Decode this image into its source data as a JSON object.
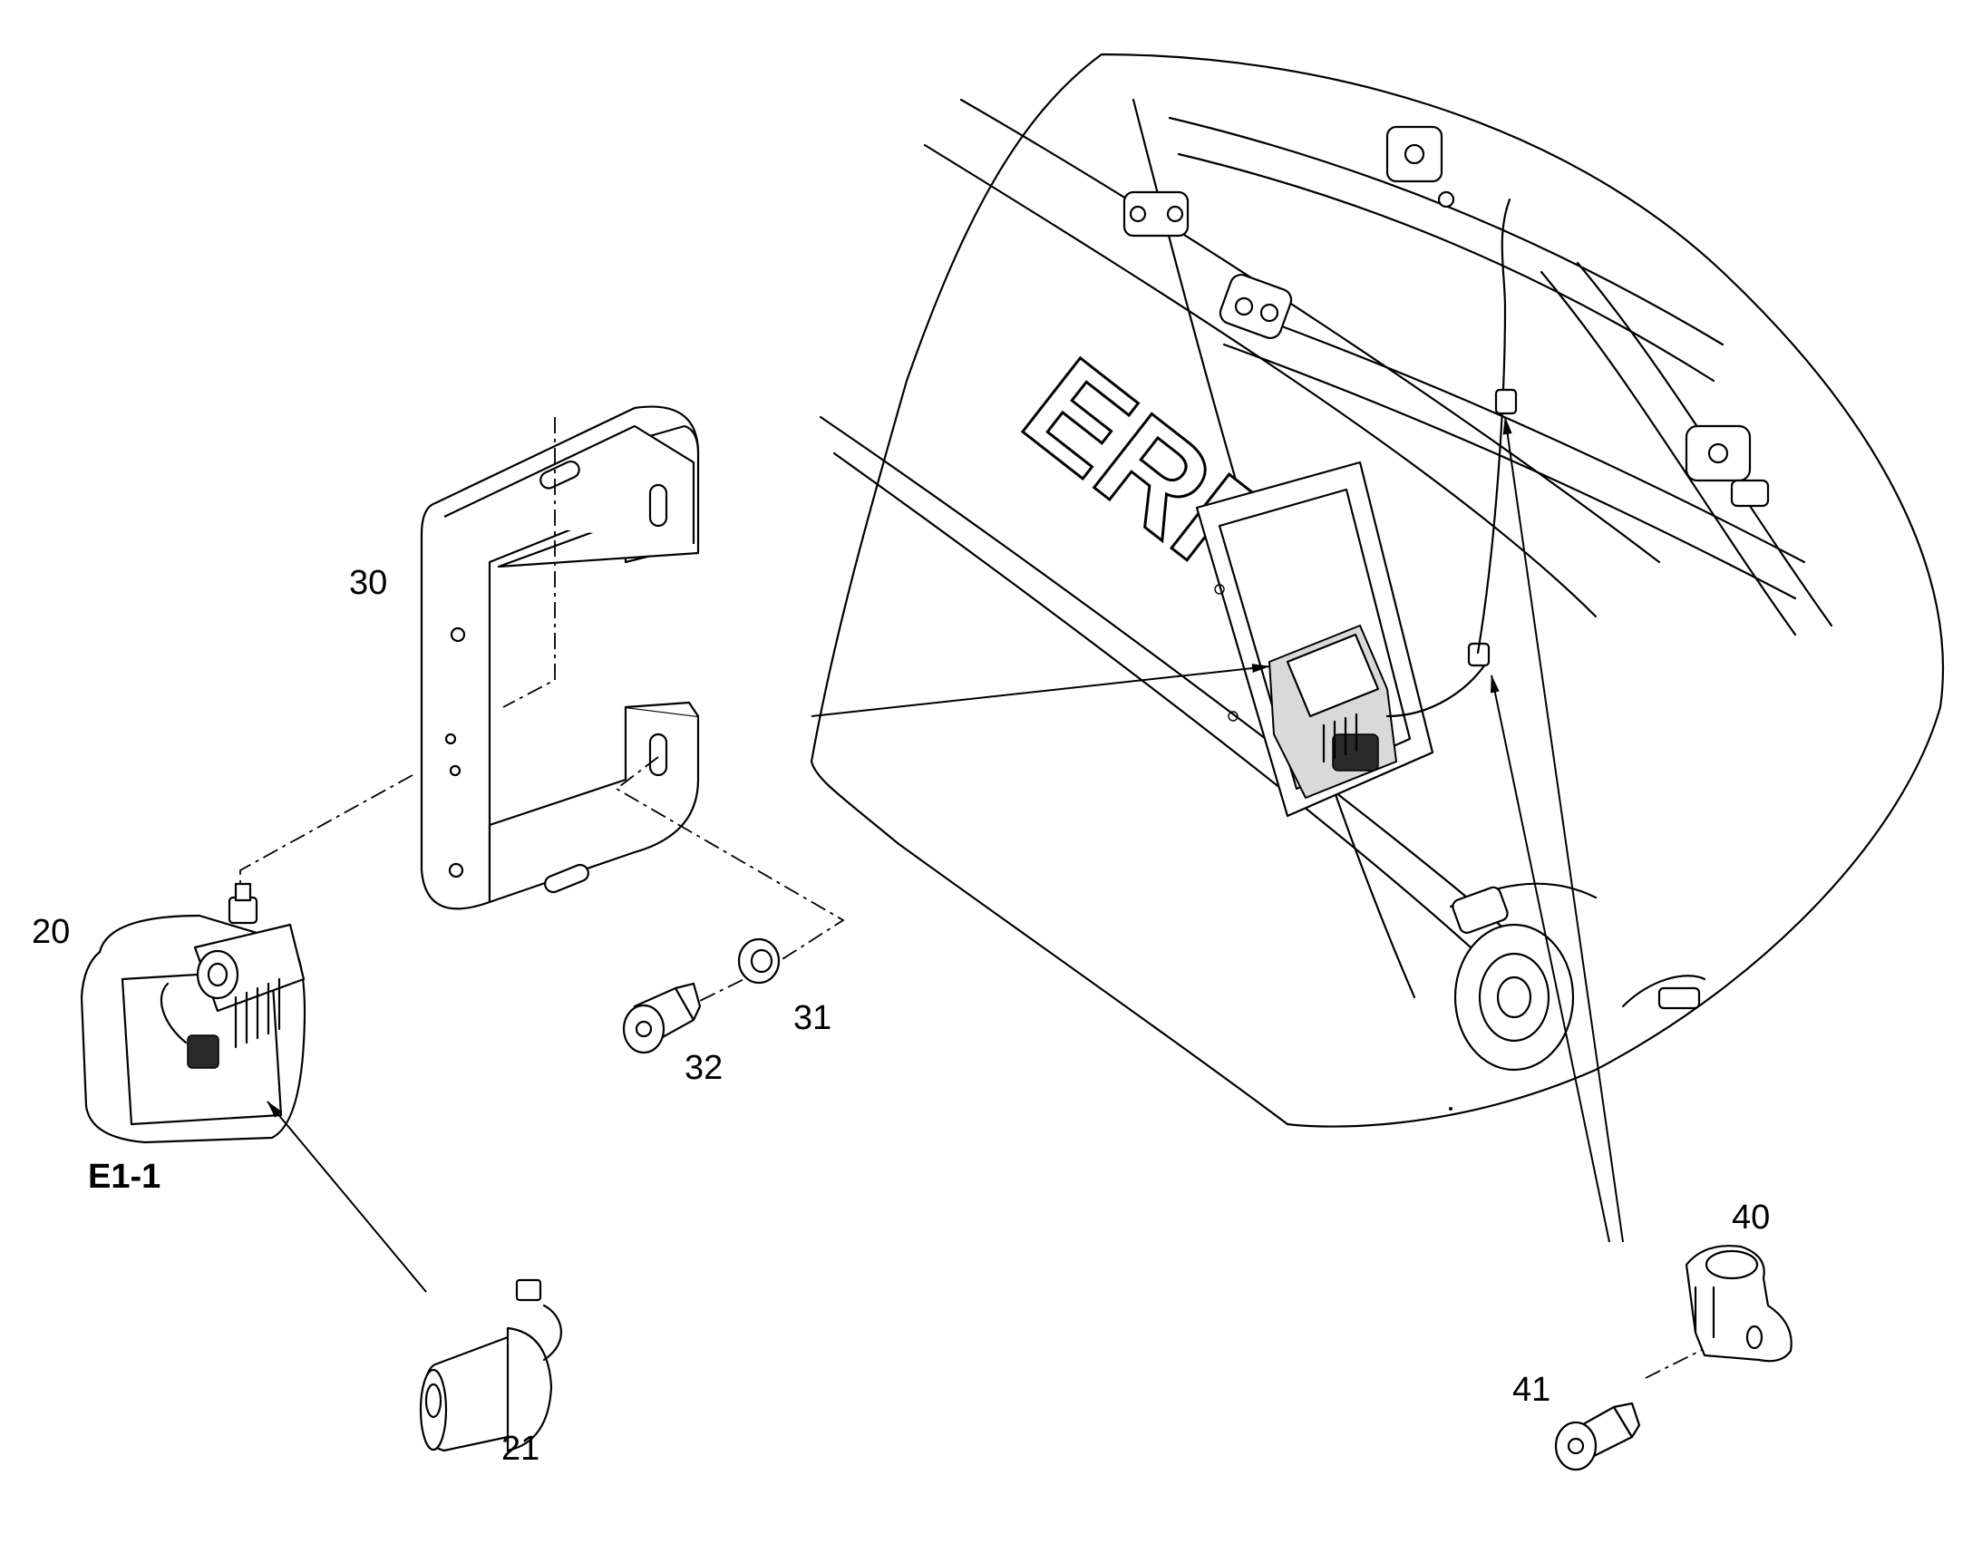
{
  "diagram": {
    "callouts": {
      "item_20": "20",
      "item_21": "21",
      "item_30": "30",
      "item_31": "31",
      "item_32": "32",
      "item_40": "40",
      "item_41": "41",
      "e1_1": "E1-1"
    },
    "machine_lettering": "ERR"
  }
}
